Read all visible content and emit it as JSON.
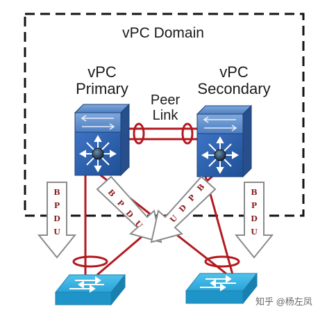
{
  "labels": {
    "domain": "vPC Domain",
    "primary_line1": "vPC",
    "primary_line2": "Primary",
    "secondary_line1": "vPC",
    "secondary_line2": "Secondary",
    "peer_line1": "Peer",
    "peer_line2": "Link"
  },
  "arrows": {
    "bpdu_letters": [
      "B",
      "P",
      "D",
      "U"
    ]
  },
  "watermark": "知乎 @杨左凤",
  "colors": {
    "link_red": "#b3191f",
    "switch_blue": "#2a5fa8",
    "access_switch": "#29a4d6",
    "arrow_outline": "#8a8a8a",
    "domain_border": "#111111"
  },
  "icons": {
    "core_switch": "nexus-switch-icon",
    "access_switch": "access-switch-icon"
  }
}
